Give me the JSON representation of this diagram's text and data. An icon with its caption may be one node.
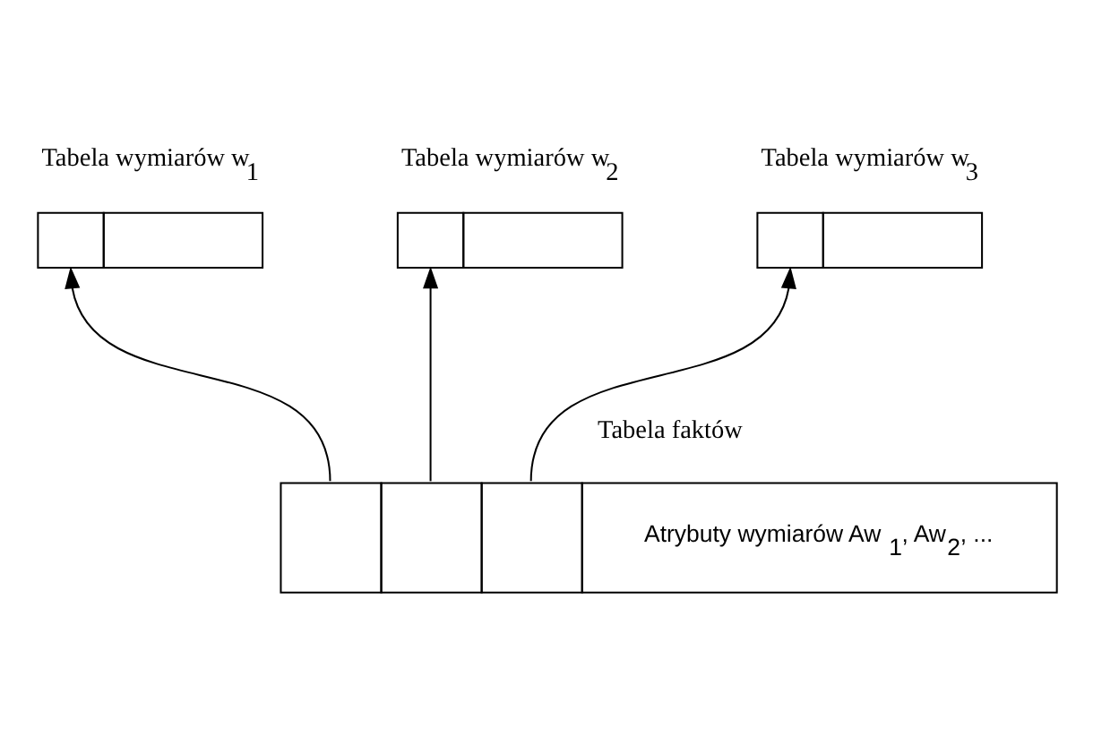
{
  "diagram": {
    "nodes": [
      {
        "text": [
          "Tabela wymiarów w$_{1}$"
        ]
      },
      {
        "text": [
          "Tabela wymiarów w$_{2}$"
        ]
      },
      {
        "text": [
          "Tabela wymiarów w$_{3}$"
        ]
      },
      {
        "text": [
          "Tabela faktów",
          "Atrybuty wymiarów Aw$_{1}$, Aw$_{2}$, ..."
        ]
      }
    ],
    "edges": [
      {
        "from": 3,
        "to": 0,
        "arrow": "to"
      },
      {
        "from": 3,
        "to": 1,
        "arrow": "to"
      },
      {
        "from": 3,
        "to": 2,
        "arrow": "to"
      }
    ]
  }
}
